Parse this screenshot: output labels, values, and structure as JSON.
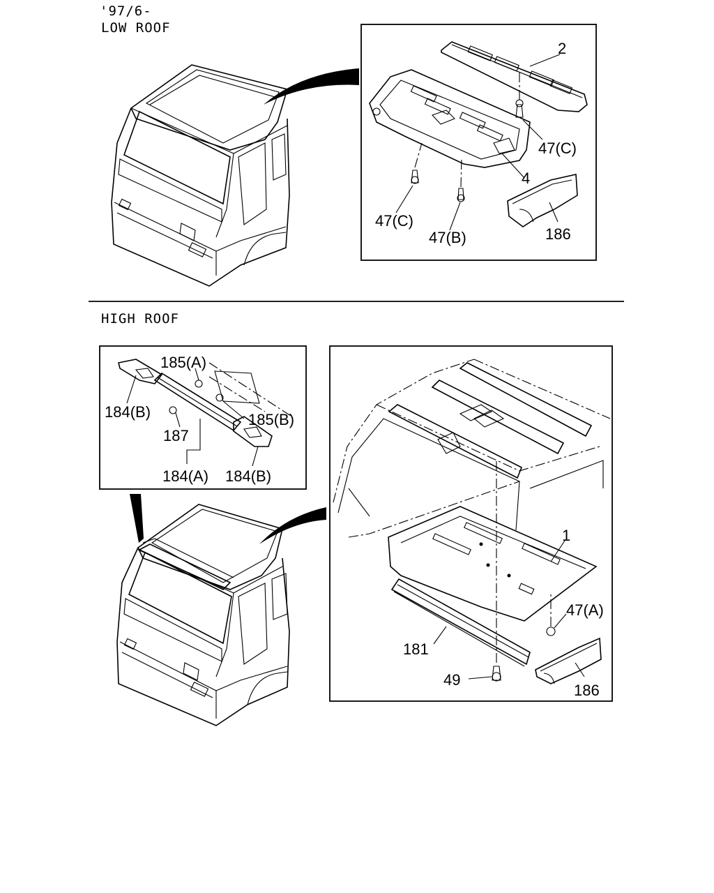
{
  "headers": {
    "date_range": "'97/6-",
    "low_roof": "LOW ROOF",
    "high_roof": "HIGH ROOF"
  },
  "callouts": {
    "low": {
      "p2": "2",
      "p47c_right": "47(C)",
      "p4": "4",
      "p47c_left": "47(C)",
      "p47b": "47(B)",
      "p186": "186"
    },
    "high_left": {
      "p185a": "185(A)",
      "p184b_left": "184(B)",
      "p185b": "185(B)",
      "p187": "187",
      "p184a": "184(A)",
      "p184b_right": "184(B)"
    },
    "high_right": {
      "p1": "1",
      "p47a": "47(A)",
      "p181": "181",
      "p49": "49",
      "p186": "186"
    }
  }
}
